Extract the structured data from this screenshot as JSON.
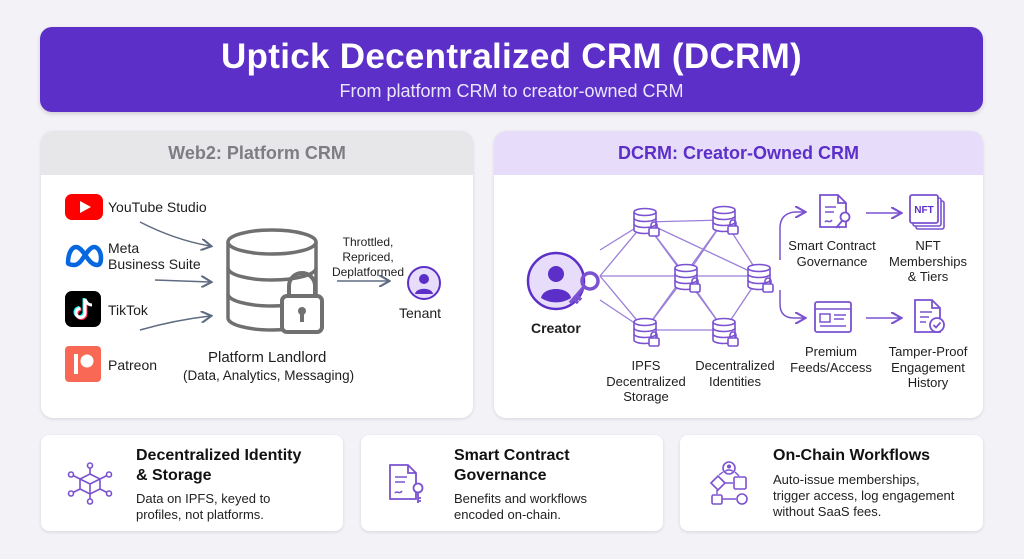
{
  "header": {
    "title": "Uptick Decentralized CRM (DCRM)",
    "subtitle": "From platform CRM to creator-owned CRM"
  },
  "web2": {
    "title": "Web2: Platform CRM",
    "platforms": [
      {
        "label": "YouTube Studio",
        "icon": "youtube-icon"
      },
      {
        "label": "Meta\nBusiness Suite",
        "icon": "meta-icon"
      },
      {
        "label": "TikTok",
        "icon": "tiktok-icon"
      },
      {
        "label": "Patreon",
        "icon": "patreon-icon"
      }
    ],
    "landlord": {
      "label": "Platform Landlord",
      "sublabel": "(Data, Analytics, Messaging)",
      "icon": "locked-database-icon"
    },
    "arrow_label": "Throttled,\nRepriced,\nDeplatformed",
    "tenant": {
      "label": "Tenant",
      "icon": "user-icon"
    }
  },
  "dcrm": {
    "title": "DCRM: Creator-Owned CRM",
    "creator": {
      "label": "Creator",
      "icon": "creator-key-icon"
    },
    "network_labels": [
      {
        "label": "IPFS\nDecentralized\nStorage"
      },
      {
        "label": "Decentralized\nIdentities"
      }
    ],
    "outputs": [
      {
        "label": "Smart Contract\nGovernance",
        "icon": "contract-key-icon"
      },
      {
        "label": "NFT\nMemberships\n& Tiers",
        "icon": "nft-stack-icon",
        "icon_text": "NFT"
      },
      {
        "label": "Premium\nFeeds/Access",
        "icon": "feed-icon"
      },
      {
        "label": "Tamper-Proof\nEngagement\nHistory",
        "icon": "verified-document-icon"
      }
    ]
  },
  "features": [
    {
      "title": "Decentralized Identity\n& Storage",
      "description": "Data on IPFS, keyed to\nprofiles, not platforms.",
      "icon": "network-cube-icon"
    },
    {
      "title": "Smart Contract\nGovernance",
      "description": "Benefits and workflows\nencoded on-chain.",
      "icon": "contract-key-icon"
    },
    {
      "title": "On-Chain Workflows",
      "description": "Auto-issue memberships,\ntrigger access, log engagement\nwithout SaaS fees.",
      "icon": "workflow-icon"
    }
  ],
  "colors": {
    "primary": "#5b2fc8",
    "header_tint": "#e8dcfb",
    "youtube": "#ff0000",
    "meta": "#0668e1",
    "tiktok": "#000000",
    "patreon": "#f96854",
    "text": "#1e1e1e"
  }
}
